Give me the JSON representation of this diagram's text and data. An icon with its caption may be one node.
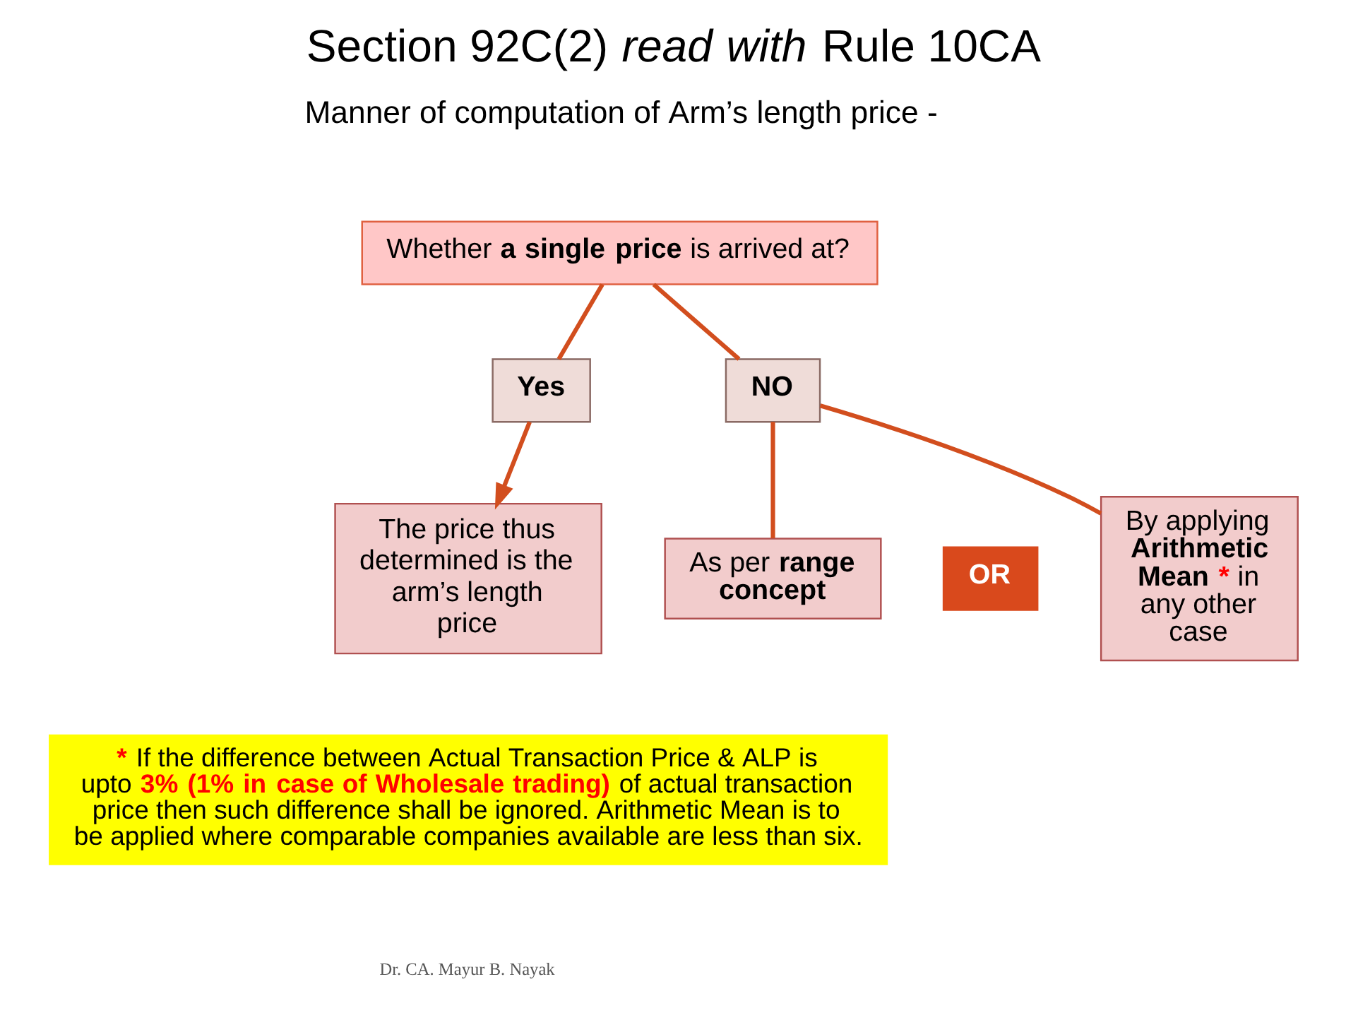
{
  "diagram": {
    "title": "Section 92C(2) *read with* Rule 10CA",
    "nodes": [
      {
        "text": [
          "Whether **a single price** is arrived at?"
        ]
      },
      {
        "text": [
          "**Yes**"
        ]
      },
      {
        "text": [
          "**NO**"
        ]
      },
      {
        "text": [
          "The price thus determined is the arm’s length price"
        ]
      },
      {
        "text": [
          "As per **range concept**"
        ]
      },
      {
        "text": [
          "**OR**"
        ]
      },
      {
        "text": [
          "By applying **Arithmetic Mean** * in any other case"
        ]
      },
      {
        "text": [
          "* If the difference between Actual Transaction Price & ALP is upto **3% (1% in case of Wholesale trading)** of actual transaction price then such difference shall be ignored. Arithmetic Mean is to be applied where comparable companies available are less than six."
        ]
      }
    ],
    "edges": [
      {
        "from": 0,
        "to": 1,
        "arrow": "none"
      },
      {
        "from": 0,
        "to": 2,
        "arrow": "none"
      },
      {
        "from": 1,
        "to": 3,
        "arrow": "to"
      },
      {
        "from": 2,
        "to": 4,
        "arrow": "none"
      },
      {
        "from": 2,
        "to": 6,
        "arrow": "none"
      }
    ],
    "labels": [
      "Manner of computation of Arm’s length price -",
      "Dr. CA. Mayur B. Nayak"
    ]
  }
}
